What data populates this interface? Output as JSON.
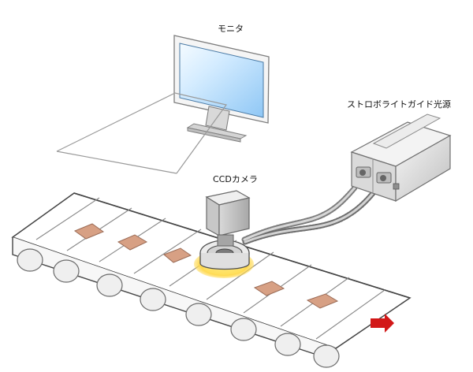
{
  "labels": {
    "monitor": "モニタ",
    "ccd_camera": "CCDカメラ",
    "strobe_light_source": "ストロボライトガイド光源"
  },
  "colors": {
    "conveyor_outline": "#444444",
    "roller_fill": "#ececec",
    "product_fill": "#d7a084",
    "light_ring_glow": "#ffd83a",
    "arrow": "#d21818",
    "monitor_screen": "#bfe0ff"
  },
  "icons": {
    "direction_arrow": "right-arrow-icon"
  }
}
